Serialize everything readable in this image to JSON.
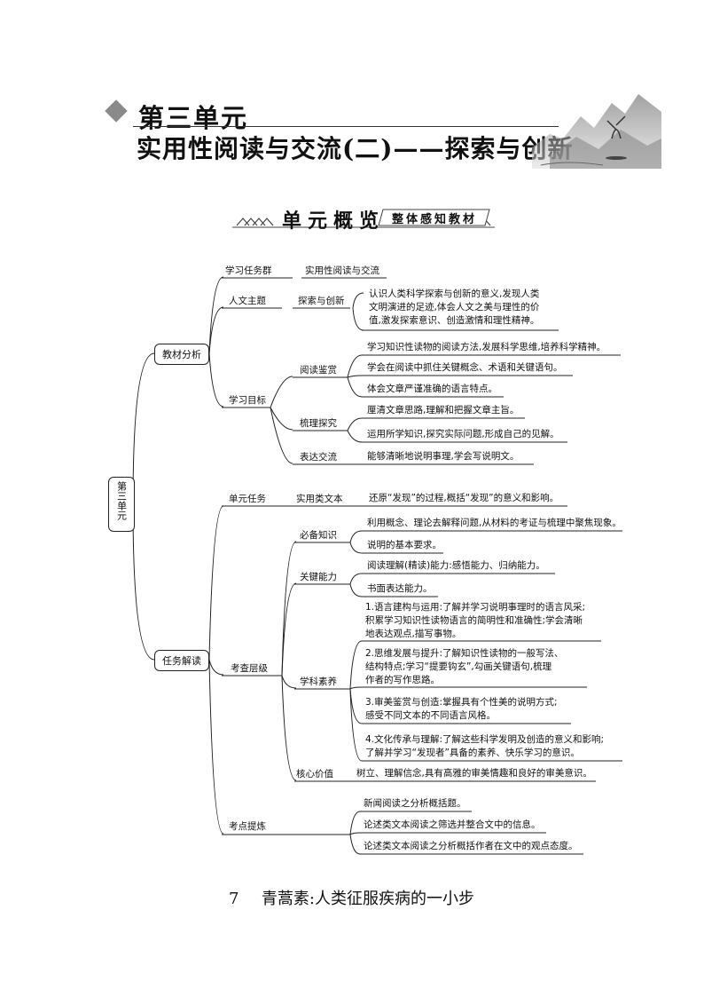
{
  "header": {
    "unit_title": "第三单元",
    "unit_subtitle": "实用性阅读与交流(二)——探索与创新"
  },
  "banner": {
    "title": "单元概览",
    "subtitle": "整体感知教材"
  },
  "root": "第三单元",
  "branches": {
    "jiaocai": "教材分析",
    "renwu": "任务解读"
  },
  "jiaocai": {
    "xuexi_qunz": "学习任务群",
    "xuexi_qunz_val": "实用性阅读与交流",
    "renwen": "人文主题",
    "renwen_sub": "探索与创新",
    "renwen_desc": [
      "认识人类科学探索与创新的意义,发现人类",
      "文明演进的足迹,体会人文之美与理性的价",
      "值,激发探索意识、创造激情和理性精神。"
    ],
    "mubiao": "学习目标",
    "yuedu": "阅读鉴赏",
    "yuedu_items": [
      "学习知识性读物的阅读方法,发展科学思维,培养科学精神。",
      "学会在阅读中抓住关键概念、术语和关键语句。",
      "体会文章严谨准确的语言特点。"
    ],
    "shuli": "梳理探究",
    "shuli_items": [
      "厘清文章思路,理解和把握文章主旨。",
      "运用所学知识,探究实际问题,形成自己的见解。"
    ],
    "biaoda": "表达交流",
    "biaoda_item": "能够清晰地说明事理,学会写说明文。"
  },
  "renwu": {
    "danyuan": "单元任务",
    "danyuan_sub": "实用类文本",
    "danyuan_item": "还原“发现”的过程,概括“发现”的意义和影响。",
    "kaocha": "考查层级",
    "bibei": "必备知识",
    "bibei_items": [
      "利用概念、理论去解释问题,从材料的考证与梳理中聚焦现象。",
      "说明的基本要求。"
    ],
    "guanjian": "关键能力",
    "guanjian_items": [
      "阅读理解(精读)能力:感悟能力、归纳能力。",
      "书面表达能力。"
    ],
    "xueke": "学科素养",
    "xueke_items": [
      [
        "1.语言建构与运用:了解并学习说明事理时的语言风采;",
        "积累学习知识性读物语言的简明性和准确性;学会清晰",
        "地表达观点,描写事物。"
      ],
      [
        "2.思维发展与提升:了解知识性读物的一般写法、",
        "结构特点;学习“提要钩玄”,勾画关键语句,梳理",
        "作者的写作思路。"
      ],
      [
        "3.审美鉴赏与创造:掌握具有个性美的说明方式;",
        "感受不同文本的不同语言风格。"
      ],
      [
        "4.文化传承与理解:了解这些科学发明及创造的意义和影响;",
        "了解并学习“发现者”具备的素养、快乐学习的意识。"
      ]
    ],
    "hexin": "核心价值",
    "hexin_item": "树立、理解信念,具有高雅的审美情趣和良好的审美意识。",
    "kaodian": "考点提炼",
    "kaodian_items": [
      "新闻阅读之分析概括题。",
      "论述类文本阅读之筛选并整合文中的信息。",
      "论述类文本阅读之分析概括作者在文中的观点态度。"
    ]
  },
  "lesson": {
    "number": "7",
    "title": "青蒿素:人类征服疾病的一小步"
  }
}
